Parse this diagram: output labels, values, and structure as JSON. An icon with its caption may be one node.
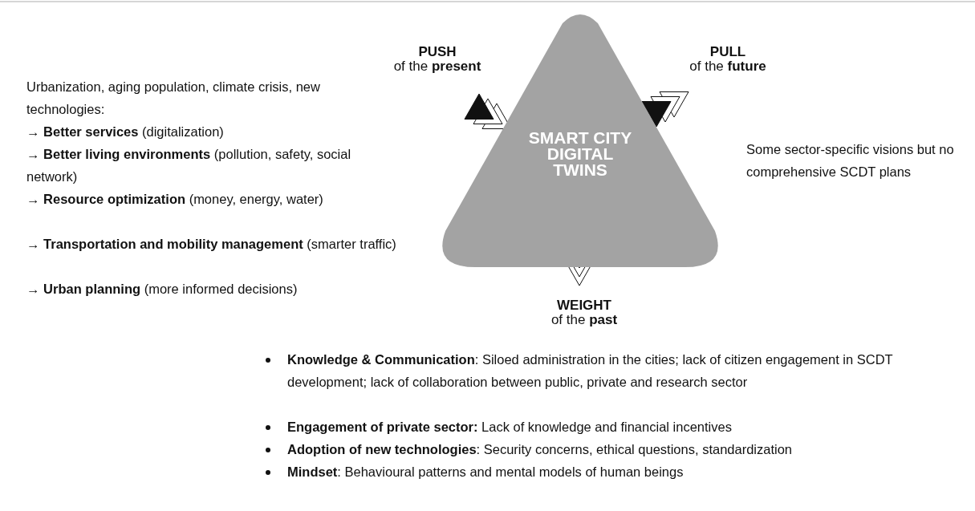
{
  "diagram": {
    "nodes": [
      {
        "text": [
          "SMART CITY DIGITAL TWINS"
        ]
      }
    ],
    "labels": [
      "PUSH",
      "of the **present**",
      "PULL",
      "of the **future**",
      "Urbanization, aging population, climate crisis, new technologies:",
      "→ **Better services** (digitalization)",
      "→ **Better living environments** (pollution, safety, social network)",
      "→ **Resource optimization** (money, energy, water)",
      "→ **Transportation and mobility management** (smarter traffic)",
      "→ **Urban planning** (more informed decisions)",
      "Some sector-specific visions but no comprehensive SCDT plans",
      "WEIGHT",
      "of the **past**",
      "**Knowledge & Communication**: Siloed administration in the cities; lack of citizen engagement in SCDT development; lack of collaboration between public, private and research sector",
      "**Engagement of private sector:** Lack of knowledge and financial incentives",
      "**Adoption of new technologies**: Security concerns, ethical questions, standardization",
      "**Mindset**: Behavioural patterns and mental models of human beings"
    ]
  }
}
